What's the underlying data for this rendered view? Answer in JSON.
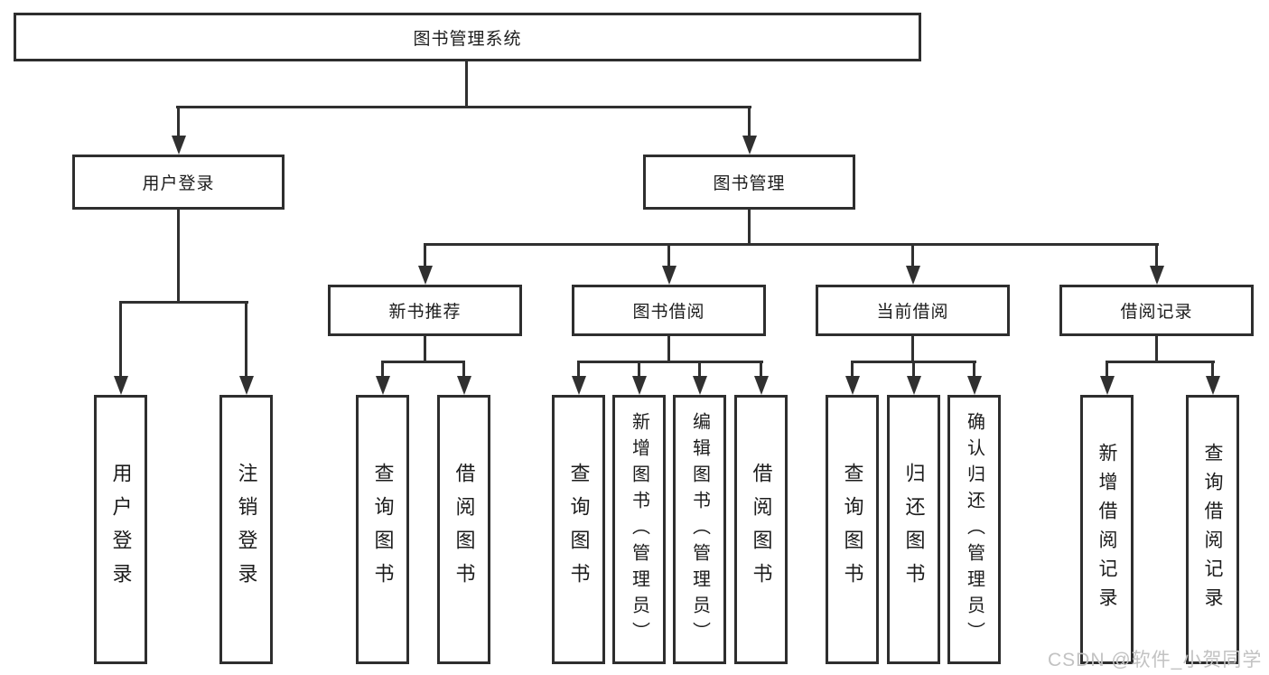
{
  "tree": {
    "root": "图书管理系统",
    "children": [
      {
        "label": "用户登录",
        "children": [
          "用户登录",
          "注销登录"
        ]
      },
      {
        "label": "图书管理",
        "children": [
          {
            "label": "新书推荐",
            "children": [
              "查询图书",
              "借阅图书"
            ]
          },
          {
            "label": "图书借阅",
            "children": [
              "查询图书",
              "新增图书（管理员）",
              "编辑图书（管理员）",
              "借阅图书"
            ]
          },
          {
            "label": "当前借阅",
            "children": [
              "查询图书",
              "归还图书",
              "确认归还（管理员）"
            ]
          },
          {
            "label": "借阅记录",
            "children": [
              "新增借阅记录",
              "查询借阅记录"
            ]
          }
        ]
      }
    ]
  },
  "watermark": {
    "text": "CSDN @软件_小贺同学"
  },
  "colors": {
    "line": "#303030",
    "box_border": "#2e2e2e",
    "text": "#1c1c1c",
    "background": "#ffffff",
    "watermark": "#c2c2c2"
  }
}
